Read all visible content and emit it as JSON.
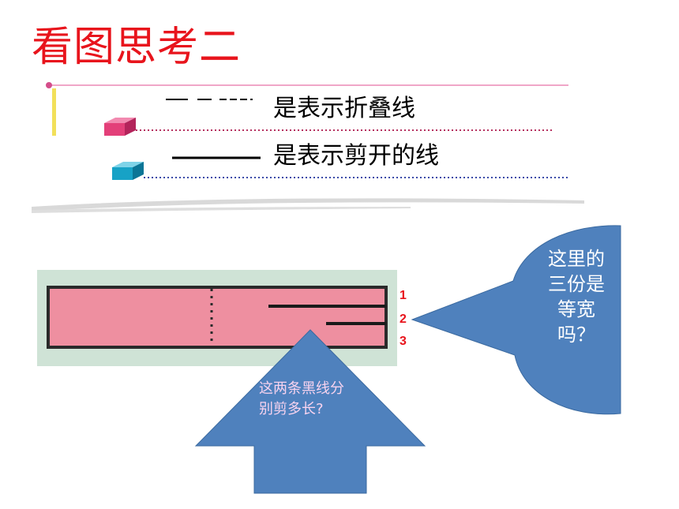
{
  "slide": {
    "title": "看图思考二",
    "legend": [
      {
        "symbol": "--- ---",
        "text": "是表示折叠线"
      },
      {
        "symbol": "———",
        "text": "是表示剪开的线"
      }
    ],
    "strip_labels": [
      "1",
      "2",
      "3"
    ],
    "callout_right": "这里的三份是等宽吗？",
    "callout_up": "这两条黑线分别剪多长?"
  },
  "colors": {
    "title": "#e8141c",
    "callout_fill": "#4f81bd",
    "strip_fill": "#ee8fa0",
    "strip_bg": "#cfe3d6",
    "pink_cube": "#e33f79",
    "cyan_cube": "#17a2c6"
  }
}
